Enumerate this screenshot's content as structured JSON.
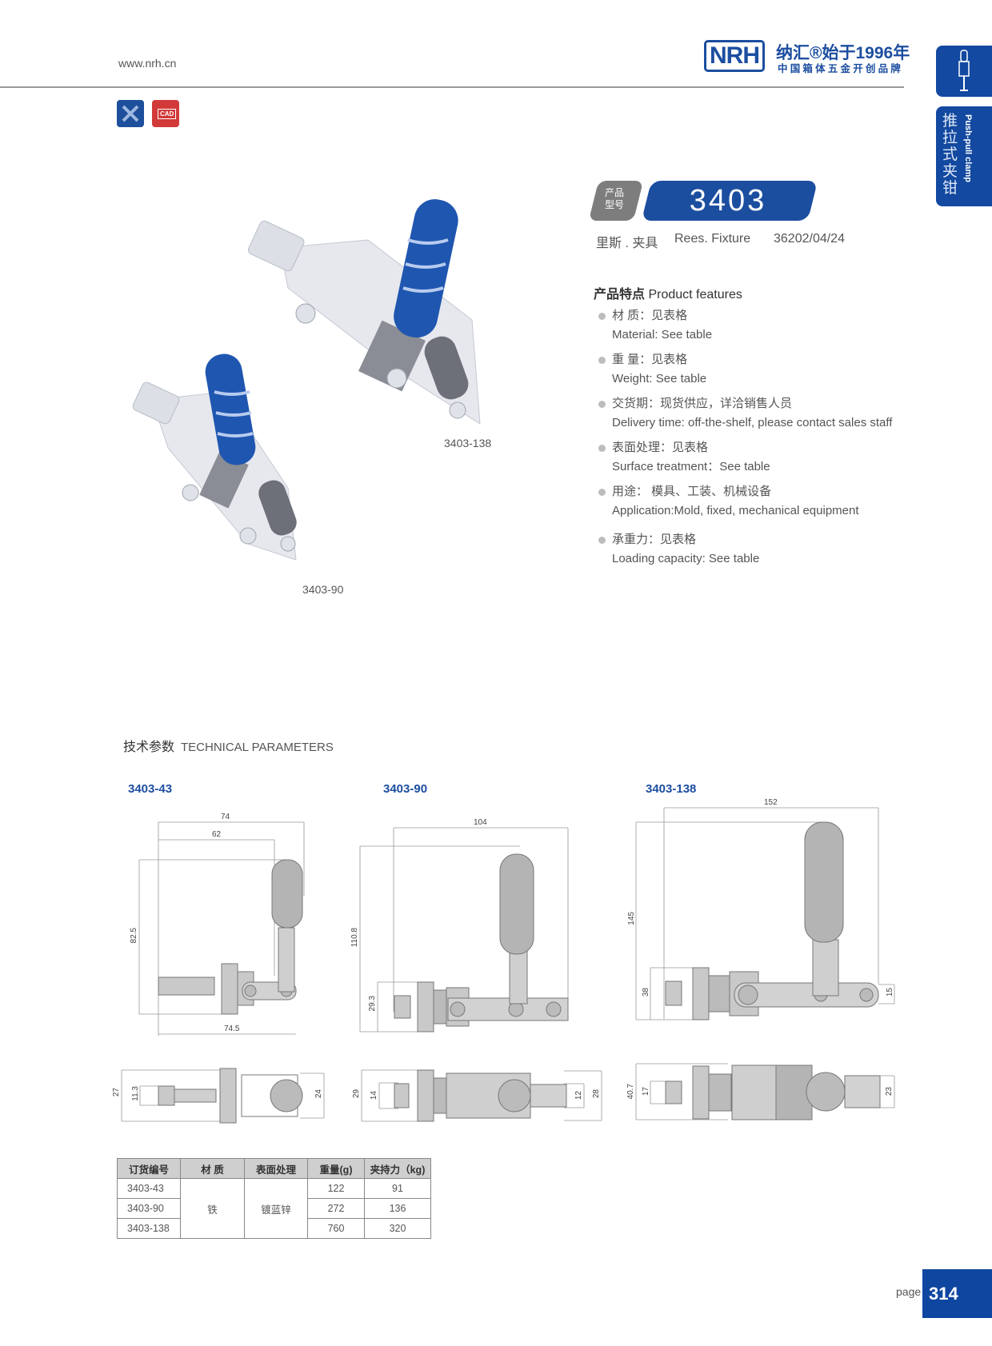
{
  "header": {
    "site_url": "www.nrh.cn",
    "logo_text": "NRH",
    "logo_slogan": "纳汇®始于1996年",
    "logo_tagline": "中国箱体五金开创品牌"
  },
  "side_tabs": {
    "category_cn": "推拉式夹钳",
    "category_en": "Push-pull clamp"
  },
  "icons": {
    "tools": "drafting-tools-icon",
    "cad": "CAD"
  },
  "product": {
    "model_label": "产品型号",
    "model_label_line1": "产品",
    "model_label_line2": "型号",
    "model_number": "3403",
    "name_cn": "里斯 . 夹具",
    "name_en": "Rees. Fixture",
    "code": "36202/04/24"
  },
  "features": {
    "title_cn": "产品特点",
    "title_en": "Product features",
    "items": [
      {
        "cn": "材  质：见表格",
        "en": "Material: See table"
      },
      {
        "cn": "重  量：见表格",
        "en": " Weight: See table"
      },
      {
        "cn": "交货期：现货供应，详洽销售人员",
        "en": "Delivery time: off-the-shelf, please contact sales staff"
      },
      {
        "cn": "表面处理：见表格",
        "en": "Surface treatment：See table"
      },
      {
        "cn": "用途： 模具、工装、机械设备",
        "en": "Application:Mold, fixed, mechanical equipment"
      },
      {
        "cn": "承重力：见表格",
        "en": "Loading capacity: See table"
      }
    ]
  },
  "photos": [
    {
      "label": "3403-138"
    },
    {
      "label": "3403-90"
    }
  ],
  "technical": {
    "title_cn": "技术参数",
    "title_en": "TECHNICAL PARAMETERS",
    "drawings": [
      {
        "model": "3403-43",
        "dims_side": [
          "74",
          "62",
          "82.5",
          "74.5"
        ],
        "dims_top": [
          "27",
          "11.3",
          "24"
        ]
      },
      {
        "model": "3403-90",
        "dims_side": [
          "104",
          "110.8",
          "29.3"
        ],
        "dims_top": [
          "29",
          "14",
          "12",
          "28"
        ]
      },
      {
        "model": "3403-138",
        "dims_side": [
          "152",
          "145",
          "38",
          "15"
        ],
        "dims_top": [
          "40.7",
          "17",
          "23"
        ]
      }
    ]
  },
  "table": {
    "headers": [
      "订货编号",
      "材  质",
      "表面处理",
      "重量(g)",
      "夹持力（kg)"
    ],
    "material": "铁",
    "surface": "镀蓝锌",
    "rows": [
      {
        "code": "3403-43",
        "weight": "122",
        "force": "91"
      },
      {
        "code": "3403-90",
        "weight": "272",
        "force": "136"
      },
      {
        "code": "3403-138",
        "weight": "760",
        "force": "320"
      }
    ]
  },
  "footer": {
    "page_label": "page",
    "page_number": "314"
  },
  "colors": {
    "brand_blue": "#1c4ea0",
    "tab_blue": "#1349a0",
    "cad_red": "#d23a3a",
    "handle_blue": "#1f56b0"
  }
}
